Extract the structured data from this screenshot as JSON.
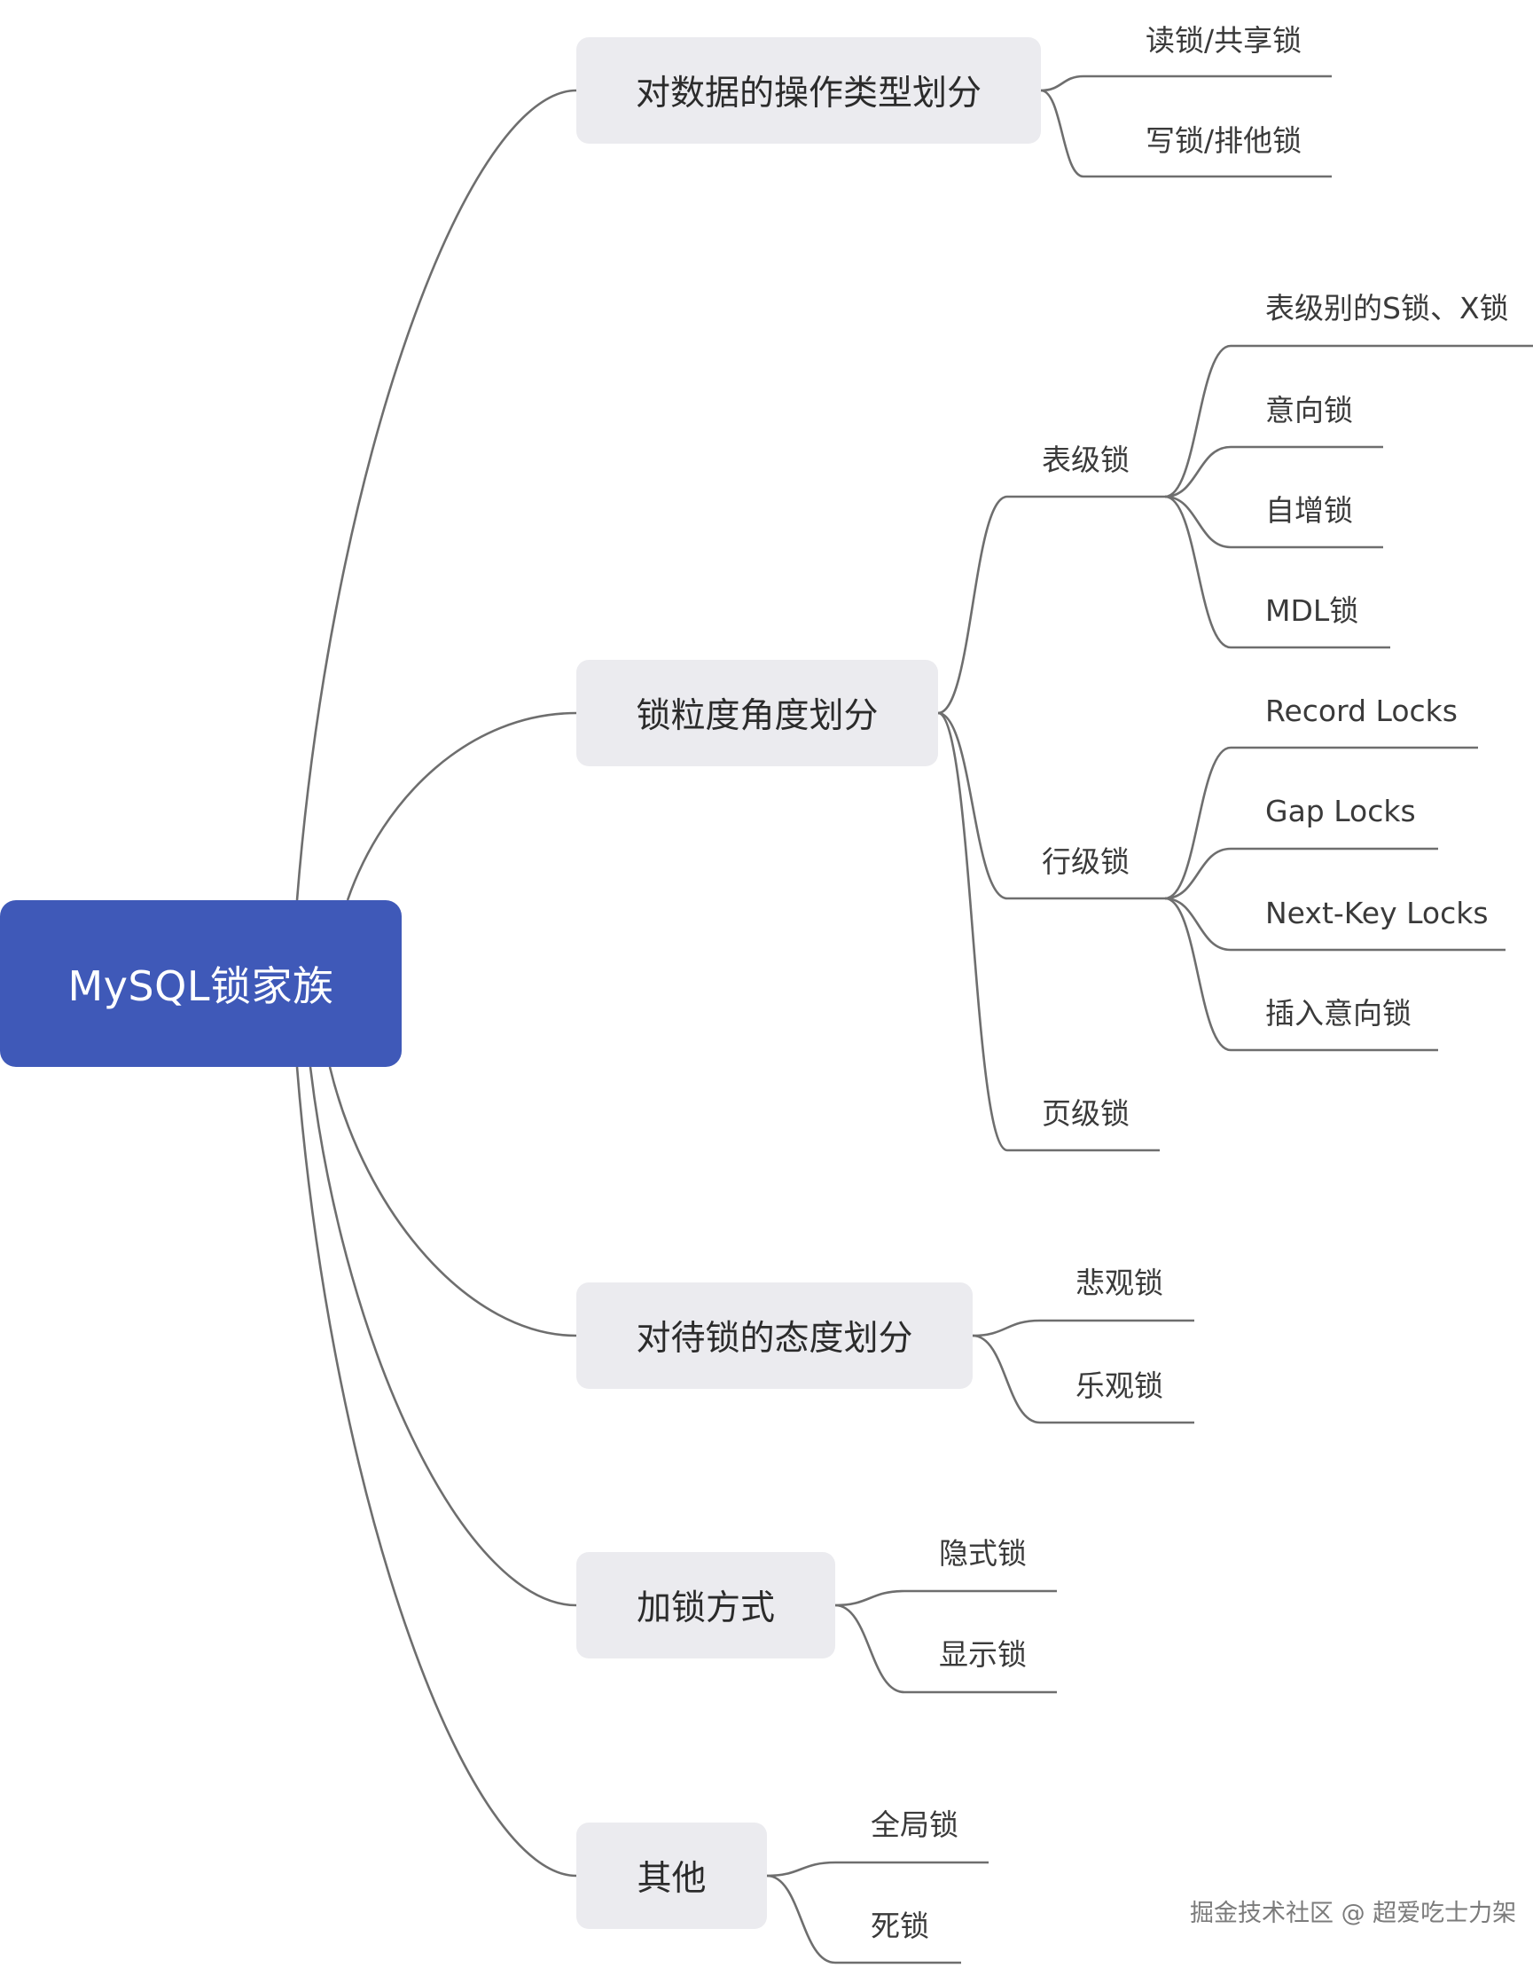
{
  "root": {
    "label": "MySQL锁家族"
  },
  "branches": [
    {
      "id": "op",
      "label": "对数据的操作类型划分",
      "children": [
        {
          "label": "读锁/共享锁"
        },
        {
          "label": "写锁/排他锁"
        }
      ]
    },
    {
      "id": "gran",
      "label": "锁粒度角度划分",
      "children": [
        {
          "label": "表级锁",
          "children": [
            {
              "label": "表级别的S锁、X锁"
            },
            {
              "label": "意向锁"
            },
            {
              "label": "自增锁"
            },
            {
              "label": "MDL锁"
            }
          ]
        },
        {
          "label": "行级锁",
          "children": [
            {
              "label": "Record Locks"
            },
            {
              "label": "Gap Locks"
            },
            {
              "label": "Next-Key Locks"
            },
            {
              "label": "插入意向锁"
            }
          ]
        },
        {
          "label": "页级锁"
        }
      ]
    },
    {
      "id": "att",
      "label": "对待锁的态度划分",
      "children": [
        {
          "label": "悲观锁"
        },
        {
          "label": "乐观锁"
        }
      ]
    },
    {
      "id": "way",
      "label": "加锁方式",
      "children": [
        {
          "label": "隐式锁"
        },
        {
          "label": "显示锁"
        }
      ]
    },
    {
      "id": "other",
      "label": "其他",
      "children": [
        {
          "label": "全局锁"
        },
        {
          "label": "死锁"
        }
      ]
    }
  ],
  "watermark": "掘金技术社区 @ 超爱吃士力架"
}
